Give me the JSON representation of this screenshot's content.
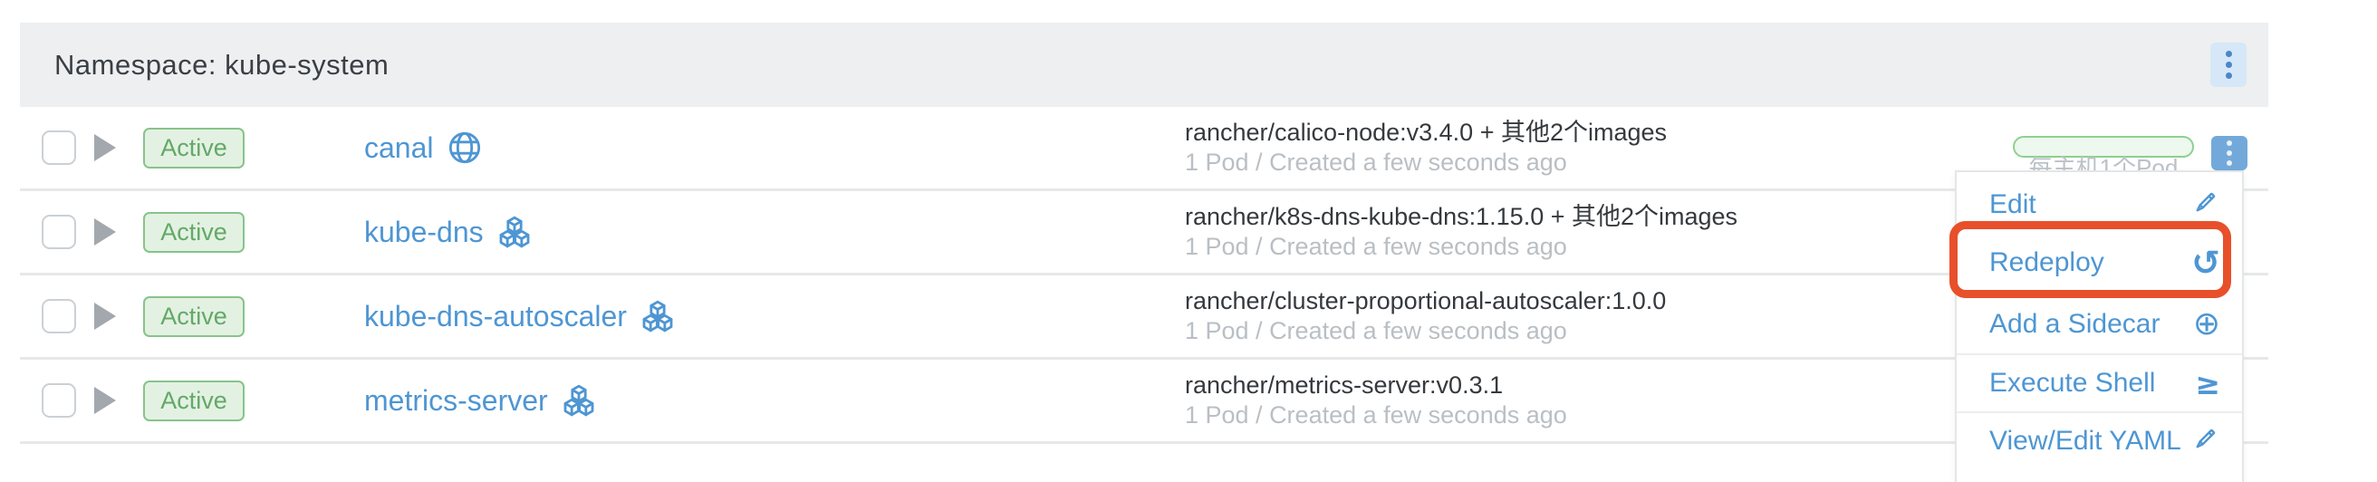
{
  "header": {
    "title": "Namespace: kube-system",
    "menu_icon": "kebab-menu-icon"
  },
  "rows": [
    {
      "state": "Active",
      "name": "canal",
      "type_icon": "globe-icon",
      "image_line": "rancher/calico-node:v3.4.0 + 其他2个images",
      "detail_line": "1 Pod / Created a few seconds ago",
      "scale_label": "每主机1个Pod",
      "menu_open": true
    },
    {
      "state": "Active",
      "name": "kube-dns",
      "type_icon": "cubes-icon",
      "image_line": "rancher/k8s-dns-kube-dns:1.15.0 + 其他2个images",
      "detail_line": "1 Pod / Created a few seconds ago"
    },
    {
      "state": "Active",
      "name": "kube-dns-autoscaler",
      "type_icon": "cubes-icon",
      "image_line": "rancher/cluster-proportional-autoscaler:1.0.0",
      "detail_line": "1 Pod / Created a few seconds ago"
    },
    {
      "state": "Active",
      "name": "metrics-server",
      "type_icon": "cubes-icon",
      "image_line": "rancher/metrics-server:v0.3.1",
      "detail_line": "1 Pod / Created a few seconds ago"
    }
  ],
  "context_menu": {
    "items": [
      {
        "label": "Edit",
        "icon": "pencil-icon"
      },
      {
        "label": "Redeploy",
        "icon": "undo-icon",
        "glyph": "↺",
        "highlighted": true
      },
      {
        "label": "Add a Sidecar",
        "icon": "plus-circle-icon",
        "glyph": "⊕"
      },
      {
        "label": "Execute Shell",
        "icon": "terminal-icon",
        "glyph": "≥"
      },
      {
        "label": "View/Edit YAML",
        "icon": "pencil-icon"
      }
    ]
  },
  "colors": {
    "accent_blue": "#4e96d3",
    "highlight_orange": "#e7502b",
    "status_green": "#63a967",
    "header_bg": "#edeff1",
    "muted_text": "#b9bfc4"
  }
}
